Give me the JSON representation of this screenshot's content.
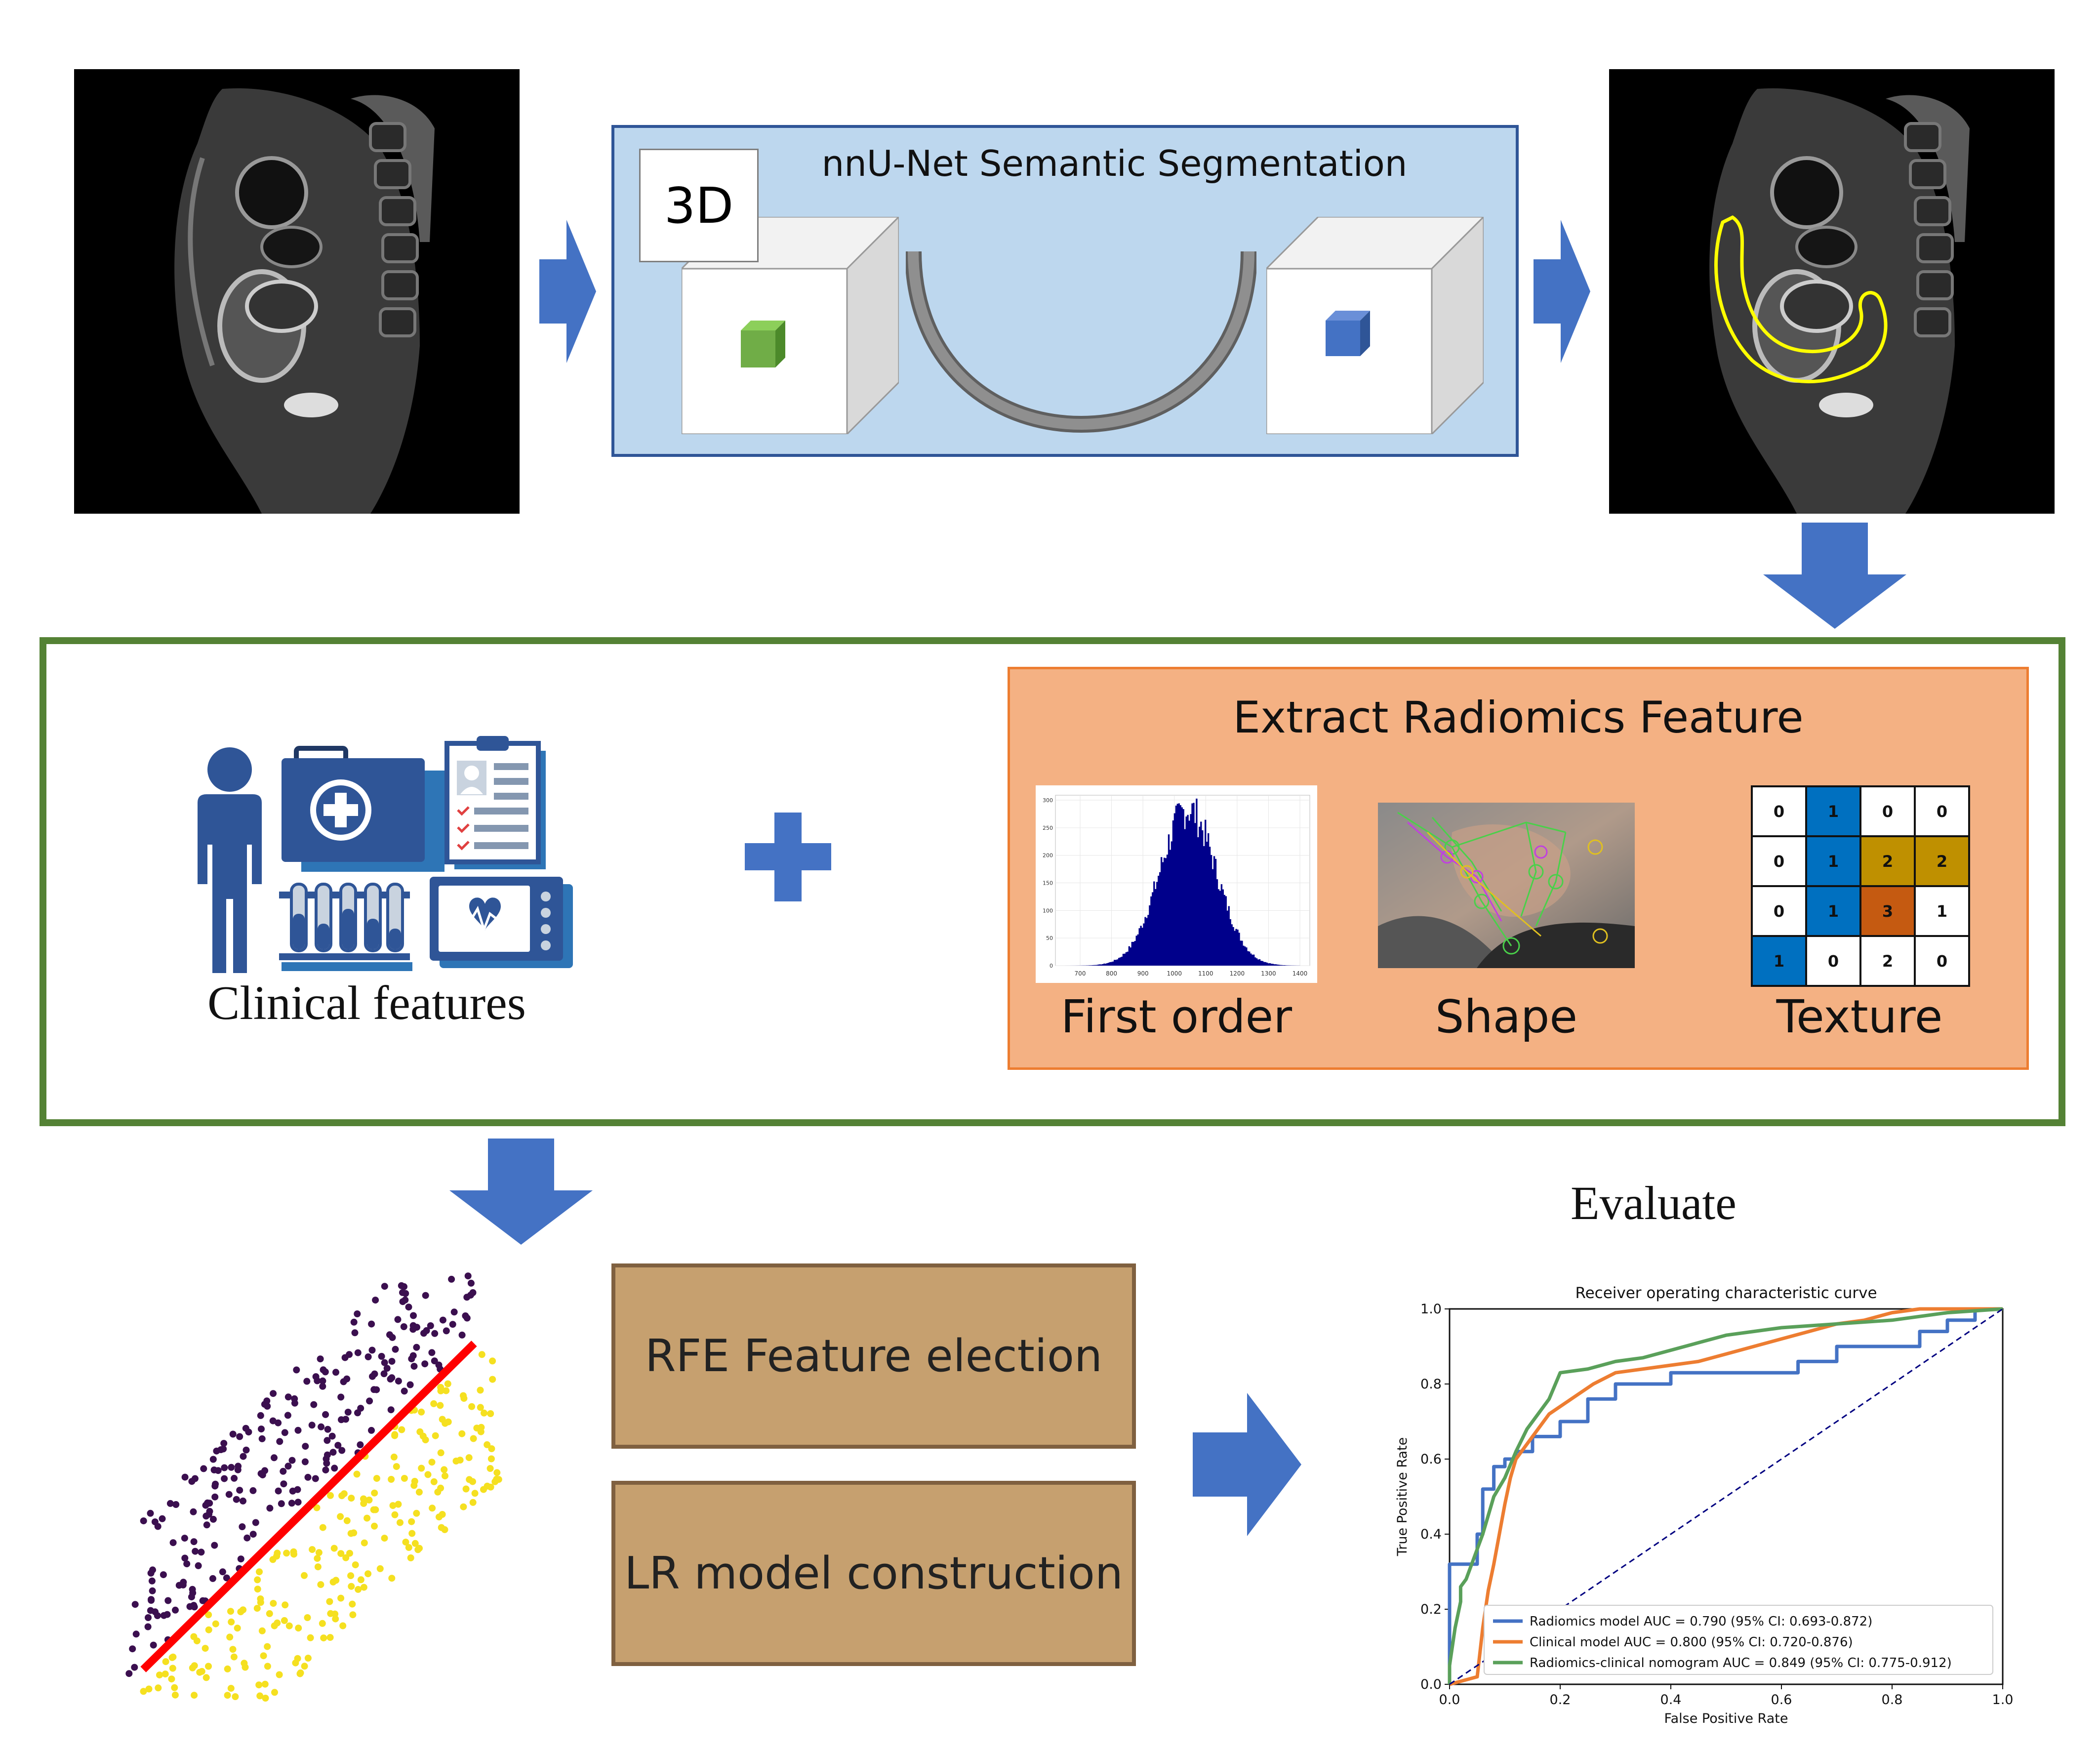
{
  "segmentation": {
    "title": "nnU-Net Semantic Segmentation",
    "dim_label": "3D"
  },
  "features": {
    "clinical_label": "Clinical features",
    "radiomics_title": "Extract Radiomics Feature",
    "first_order_label": "First order",
    "shape_label": "Shape",
    "texture_label": "Texture",
    "histogram_ticks_x": [
      "700",
      "800",
      "900",
      "1000",
      "1100",
      "1200",
      "1300",
      "1400"
    ],
    "histogram_ticks_y": [
      "0",
      "50",
      "100",
      "150",
      "200",
      "250",
      "300"
    ],
    "texture_matrix": [
      [
        "0",
        "1",
        "0",
        "0"
      ],
      [
        "0",
        "1",
        "2",
        "2"
      ],
      [
        "0",
        "1",
        "3",
        "1"
      ],
      [
        "1",
        "0",
        "2",
        "0"
      ]
    ],
    "texture_colors": [
      [
        "#ffffff",
        "#0070c0",
        "#ffffff",
        "#ffffff"
      ],
      [
        "#ffffff",
        "#0070c0",
        "#bf9000",
        "#bf9000"
      ],
      [
        "#ffffff",
        "#0070c0",
        "#c55a11",
        "#ffffff"
      ],
      [
        "#0070c0",
        "#ffffff",
        "#ffffff",
        "#ffffff"
      ]
    ]
  },
  "steps": {
    "rfe_label": "RFE Feature election",
    "lr_label": "LR model construction",
    "evaluate_label": "Evaluate"
  },
  "roc": {
    "title": "Receiver operating characteristic curve",
    "xlabel": "False Positive Rate",
    "ylabel": "True Positive Rate",
    "x_ticks": [
      "0.0",
      "0.2",
      "0.4",
      "0.6",
      "0.8",
      "1.0"
    ],
    "y_ticks": [
      "0.0",
      "0.2",
      "0.4",
      "0.6",
      "0.8",
      "1.0"
    ],
    "legend": [
      "Radiomics model AUC = 0.790 (95% CI: 0.693-0.872)",
      "Clinical model AUC = 0.800 (95% CI: 0.720-0.876)",
      "Radiomics-clinical nomogram AUC = 0.849 (95% CI: 0.775-0.912)"
    ]
  },
  "chart_data": {
    "type": "line",
    "title": "Receiver operating characteristic curve",
    "xlabel": "False Positive Rate",
    "ylabel": "True Positive Rate",
    "xlim": [
      0,
      1
    ],
    "ylim": [
      0,
      1
    ],
    "legend_position": "bottom-right",
    "series": [
      {
        "name": "Radiomics model AUC = 0.790 (95% CI: 0.693-0.872)",
        "color": "#4472c4",
        "x": [
          0,
          0,
          0.01,
          0.01,
          0.05,
          0.05,
          0.06,
          0.06,
          0.08,
          0.08,
          0.1,
          0.1,
          0.12,
          0.12,
          0.15,
          0.15,
          0.2,
          0.2,
          0.25,
          0.25,
          0.3,
          0.3,
          0.4,
          0.4,
          0.5,
          0.5,
          0.63,
          0.63,
          0.7,
          0.7,
          0.85,
          0.85,
          0.9,
          0.9,
          0.95,
          0.95,
          1
        ],
        "y": [
          0,
          0.32,
          0.32,
          0.32,
          0.32,
          0.4,
          0.4,
          0.52,
          0.52,
          0.58,
          0.58,
          0.6,
          0.6,
          0.62,
          0.62,
          0.66,
          0.66,
          0.7,
          0.7,
          0.76,
          0.76,
          0.8,
          0.8,
          0.83,
          0.83,
          0.83,
          0.83,
          0.86,
          0.86,
          0.9,
          0.9,
          0.94,
          0.94,
          0.97,
          0.97,
          1,
          1
        ]
      },
      {
        "name": "Clinical model AUC = 0.800 (95% CI: 0.720-0.876)",
        "color": "#ed7d31",
        "x": [
          0,
          0.05,
          0.06,
          0.07,
          0.08,
          0.09,
          0.1,
          0.11,
          0.12,
          0.14,
          0.16,
          0.18,
          0.22,
          0.26,
          0.3,
          0.35,
          0.4,
          0.45,
          0.5,
          0.55,
          0.6,
          0.65,
          0.7,
          0.75,
          0.8,
          0.85,
          0.9,
          0.95,
          1
        ],
        "y": [
          0,
          0.02,
          0.15,
          0.25,
          0.32,
          0.4,
          0.48,
          0.55,
          0.6,
          0.64,
          0.68,
          0.72,
          0.76,
          0.8,
          0.83,
          0.84,
          0.85,
          0.86,
          0.88,
          0.9,
          0.92,
          0.94,
          0.96,
          0.97,
          0.99,
          1,
          1,
          1,
          1
        ]
      },
      {
        "name": "Radiomics-clinical nomogram AUC = 0.849 (95% CI: 0.775-0.912)",
        "color": "#5aa05a",
        "x": [
          0,
          0,
          0.01,
          0.02,
          0.02,
          0.03,
          0.04,
          0.05,
          0.06,
          0.07,
          0.08,
          0.1,
          0.12,
          0.14,
          0.16,
          0.18,
          0.2,
          0.25,
          0.3,
          0.35,
          0.4,
          0.45,
          0.5,
          0.6,
          0.7,
          0.8,
          0.9,
          1
        ],
        "y": [
          0,
          0.05,
          0.15,
          0.22,
          0.26,
          0.28,
          0.32,
          0.36,
          0.4,
          0.45,
          0.5,
          0.55,
          0.62,
          0.68,
          0.72,
          0.76,
          0.83,
          0.84,
          0.86,
          0.87,
          0.89,
          0.91,
          0.93,
          0.95,
          0.96,
          0.97,
          0.99,
          1
        ]
      },
      {
        "name": "",
        "color": "#000080",
        "dashed": true,
        "x": [
          0,
          1
        ],
        "y": [
          0,
          1
        ]
      }
    ]
  }
}
